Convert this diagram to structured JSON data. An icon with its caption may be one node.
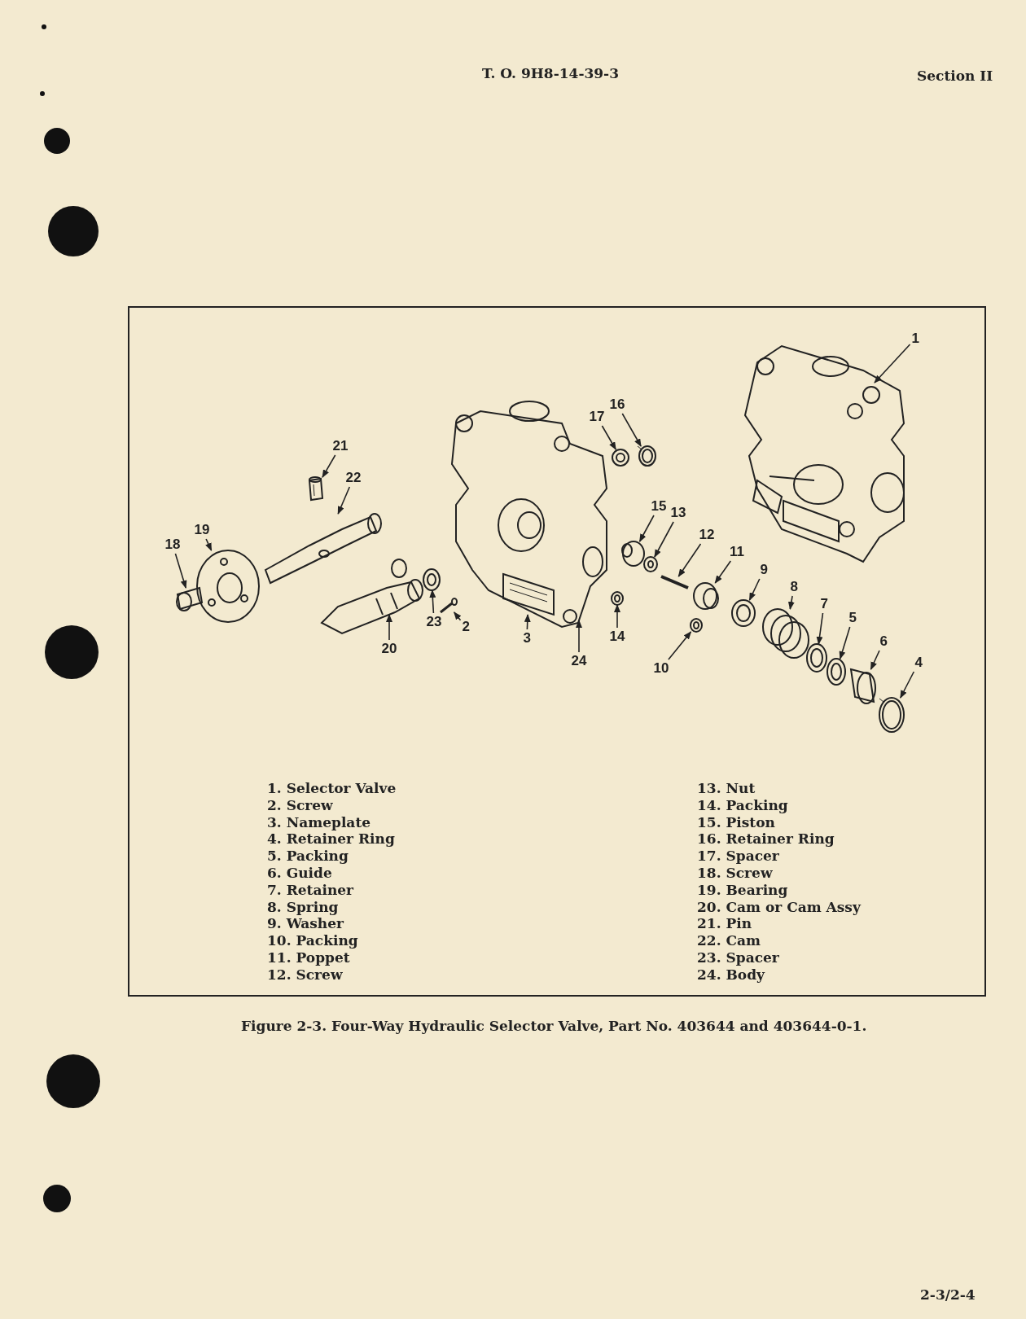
{
  "diagram": {
    "caption": "Figure 2-3. Four-Way Hydraulic Selector Valve, Part No. 403644 and 403644-0-1.",
    "nodes": [
      {
        "text": [
          "1"
        ]
      },
      {
        "text": [
          "16"
        ]
      },
      {
        "text": [
          "17"
        ]
      },
      {
        "text": [
          "21"
        ]
      },
      {
        "text": [
          "22"
        ]
      },
      {
        "text": [
          "15"
        ]
      },
      {
        "text": [
          "13"
        ]
      },
      {
        "text": [
          "12"
        ]
      },
      {
        "text": [
          "19"
        ]
      },
      {
        "text": [
          "18"
        ]
      },
      {
        "text": [
          "11"
        ]
      },
      {
        "text": [
          "9"
        ]
      },
      {
        "text": [
          "8"
        ]
      },
      {
        "text": [
          "7"
        ]
      },
      {
        "text": [
          "23"
        ]
      },
      {
        "text": [
          "2"
        ]
      },
      {
        "text": [
          "20"
        ]
      },
      {
        "text": [
          "3"
        ]
      },
      {
        "text": [
          "14"
        ]
      },
      {
        "text": [
          "5"
        ]
      },
      {
        "text": [
          "6"
        ]
      },
      {
        "text": [
          "24"
        ]
      },
      {
        "text": [
          "10"
        ]
      },
      {
        "text": [
          "4"
        ]
      },
      {
        "text": [],
        "shape": "picture"
      },
      {
        "text": [],
        "shape": "picture"
      },
      {
        "text": [],
        "shape": "picture"
      },
      {
        "text": [],
        "shape": "picture"
      },
      {
        "text": [],
        "shape": "picture"
      },
      {
        "text": [],
        "shape": "picture"
      },
      {
        "text": [],
        "shape": "picture"
      },
      {
        "text": [],
        "shape": "picture"
      },
      {
        "text": [],
        "shape": "picture",
        "in": 31
      },
      {
        "text": [],
        "shape": "picture"
      },
      {
        "text": [],
        "shape": "picture"
      },
      {
        "text": [],
        "shape": "picture"
      },
      {
        "text": [],
        "shape": "picture"
      },
      {
        "text": [],
        "shape": "picture"
      },
      {
        "text": [],
        "shape": "picture"
      },
      {
        "text": [],
        "shape": "picture"
      },
      {
        "text": [],
        "shape": "picture"
      },
      {
        "text": [],
        "shape": "picture"
      },
      {
        "text": [],
        "shape": "picture"
      },
      {
        "text": [],
        "shape": "picture"
      },
      {
        "text": [],
        "shape": "picture"
      },
      {
        "text": [],
        "shape": "picture"
      },
      {
        "text": [],
        "shape": "picture"
      },
      {
        "text": [],
        "shape": "picture"
      }
    ],
    "edges": [
      {
        "from": 0,
        "to": 44,
        "arrow": "to"
      },
      {
        "from": 1,
        "to": 36,
        "arrow": "to"
      },
      {
        "from": 2,
        "to": 34,
        "arrow": "to"
      },
      {
        "from": 3,
        "to": 26,
        "arrow": "to"
      },
      {
        "from": 4,
        "to": 27,
        "arrow": "to"
      },
      {
        "from": 5,
        "to": 35,
        "arrow": "to"
      },
      {
        "from": 6,
        "to": 37,
        "arrow": "to"
      },
      {
        "from": 7,
        "to": 38,
        "arrow": "to"
      },
      {
        "from": 8,
        "to": 25,
        "arrow": "to"
      },
      {
        "from": 9,
        "to": 24,
        "arrow": "to"
      },
      {
        "from": 10,
        "to": 40,
        "arrow": "to"
      },
      {
        "from": 11,
        "to": 41,
        "arrow": "to"
      },
      {
        "from": 12,
        "to": 42,
        "arrow": "to"
      },
      {
        "from": 13,
        "to": 43,
        "arrow": "to"
      },
      {
        "from": 14,
        "to": 29,
        "arrow": "to"
      },
      {
        "from": 15,
        "to": 30,
        "arrow": "to"
      },
      {
        "from": 16,
        "to": 28,
        "arrow": "to"
      },
      {
        "from": 17,
        "to": 32,
        "arrow": "to"
      },
      {
        "from": 18,
        "to": 33,
        "arrow": "to"
      },
      {
        "from": 19,
        "to": 45,
        "arrow": "to"
      },
      {
        "from": 20,
        "to": 46,
        "arrow": "to"
      },
      {
        "from": 21,
        "to": 31,
        "arrow": "to"
      },
      {
        "from": 22,
        "to": 39,
        "arrow": "to"
      },
      {
        "from": 23,
        "to": 47,
        "arrow": "to"
      }
    ],
    "labels": [
      "T. O. 9H8-14-39-3",
      "Section II",
      "1. Selector Valve",
      "13. Nut",
      "2. Screw",
      "14. Packing",
      "3. Nameplate",
      "15. Piston",
      "4. Retainer Ring",
      "16. Retainer Ring",
      "5. Packing",
      "17. Spacer",
      "6. Guide",
      "18. Screw",
      "7. Retainer",
      "19. Bearing",
      "8. Spring",
      "20. Cam or Cam Assy",
      "9. Washer",
      "21. Pin",
      "10. Packing",
      "22. Cam",
      "11. Poppet",
      "23. Spacer",
      "12. Screw",
      "24. Body",
      "2-3/2-4"
    ]
  }
}
